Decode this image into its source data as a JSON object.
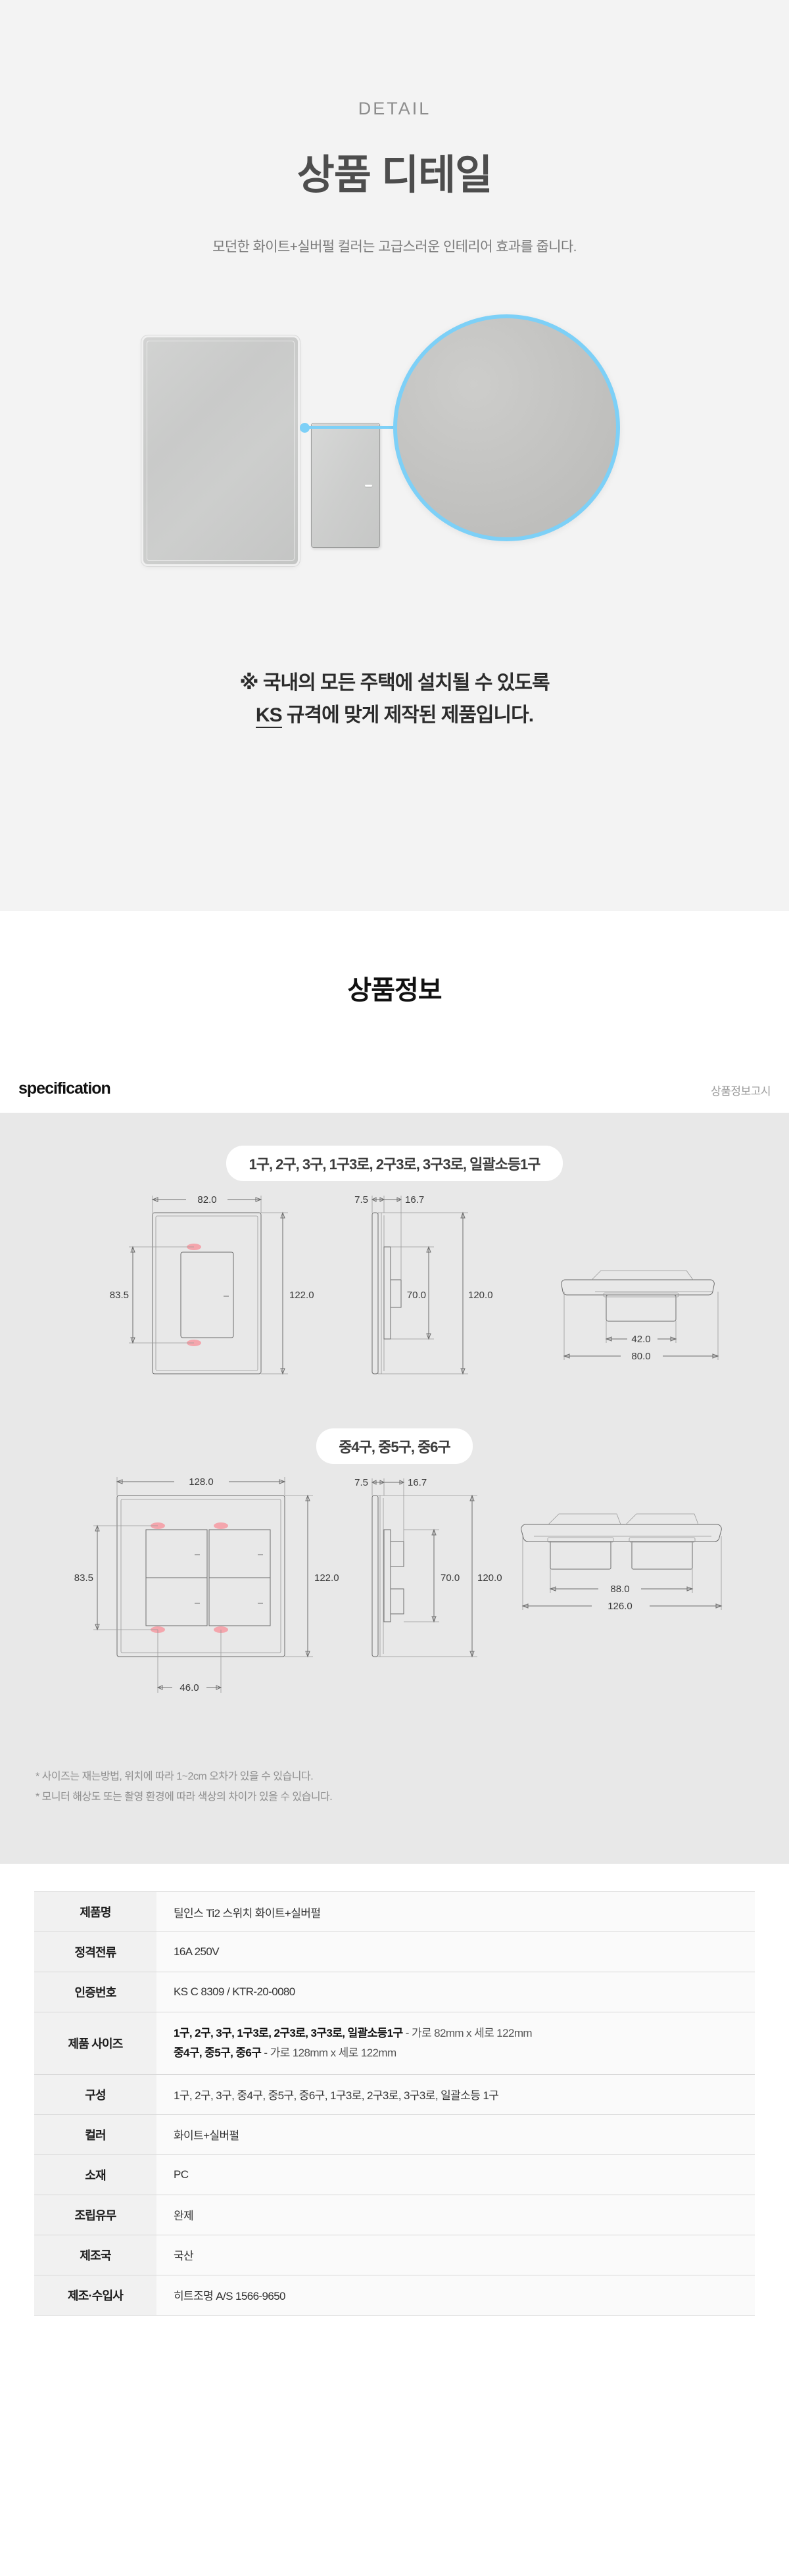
{
  "detail": {
    "eyebrow": "DETAIL",
    "title": "상품 디테일",
    "subtitle": "모던한 화이트+실버펄 컬러는 고급스러운 인테리어 효과를 줍니다.",
    "ks_note_line1": "※ 국내의 모든 주택에 설치될 수 있도록",
    "ks_note_line2_underlined": "KS",
    "ks_note_line2_rest": " 규격에 맞게 제작된 제품입니다.",
    "accent_color": "#7dd0f7"
  },
  "info": {
    "title": "상품정보",
    "spec_label": "specification",
    "notice_label": "상품정보고시"
  },
  "drawings": {
    "group1_label": "1구, 2구, 3구, 1구3로, 2구3로, 3구3로, 일괄소등1구",
    "group2_label": "중4구, 중5구, 중6구",
    "group1_dims": {
      "width": "82.0",
      "inner_height": "83.5",
      "height": "122.0",
      "side_a": "7.5",
      "side_b": "16.7",
      "side_inner": "70.0",
      "side_total": "120.0",
      "top_inner": "42.0",
      "top_total": "80.0"
    },
    "group2_dims": {
      "width": "128.0",
      "inner_height": "83.5",
      "height": "122.0",
      "side_a": "7.5",
      "side_b": "16.7",
      "side_inner": "70.0",
      "side_total": "120.0",
      "bottom_pitch": "46.0",
      "top_inner": "88.0",
      "top_total": "126.0"
    },
    "note1": "* 사이즈는 재는방법, 위치에 따라 1~2cm 오차가 있을 수 있습니다.",
    "note2": "* 모니터 해상도 또는 촬영 환경에 따라 색상의 차이가 있을 수 있습니다."
  },
  "spec_table": {
    "rows": [
      {
        "label": "제품명",
        "value": "틸인스 Ti2 스위치 화이트+실버펄"
      },
      {
        "label": "정격전류",
        "value": "16A 250V"
      },
      {
        "label": "인증번호",
        "value": "KS C 8309 / KTR-20-0080"
      },
      {
        "label": "제품 사이즈",
        "line1_bold": "1구, 2구, 3구, 1구3로, 2구3로, 3구3로, 일괄소등1구",
        "line1_rest": " - 가로 82mm x 세로 122mm",
        "line2_bold": "중4구, 중5구, 중6구",
        "line2_rest": " - 가로 128mm x 세로 122mm"
      },
      {
        "label": "구성",
        "value": "1구, 2구, 3구, 중4구, 중5구, 중6구, 1구3로, 2구3로, 3구3로, 일괄소등 1구"
      },
      {
        "label": "컬러",
        "value": "화이트+실버펄"
      },
      {
        "label": "소재",
        "value": "PC"
      },
      {
        "label": "조립유무",
        "value": "완제"
      },
      {
        "label": "제조국",
        "value": "국산"
      },
      {
        "label": "제조·수입사",
        "value": "히트조명 A/S 1566-9650"
      }
    ]
  }
}
